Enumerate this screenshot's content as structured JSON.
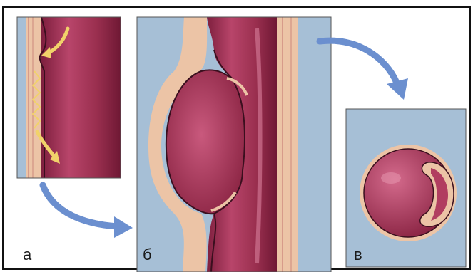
{
  "labels": {
    "panel_a": "а",
    "panel_b": "б",
    "panel_c": "в"
  },
  "colors": {
    "background": "#ffffff",
    "frame": "#111111",
    "panel_blue": "#a6bfd6",
    "vessel_lumen": "#9a2f4f",
    "vessel_lumen_highlight": "#c4577a",
    "vessel_wall": "#ecc4a6",
    "wall_stripe": "#d79b8a",
    "false_lumen": "#b13d60",
    "arrow_blue": "#6b8fcf",
    "arrow_yellow": "#f1d26a"
  }
}
